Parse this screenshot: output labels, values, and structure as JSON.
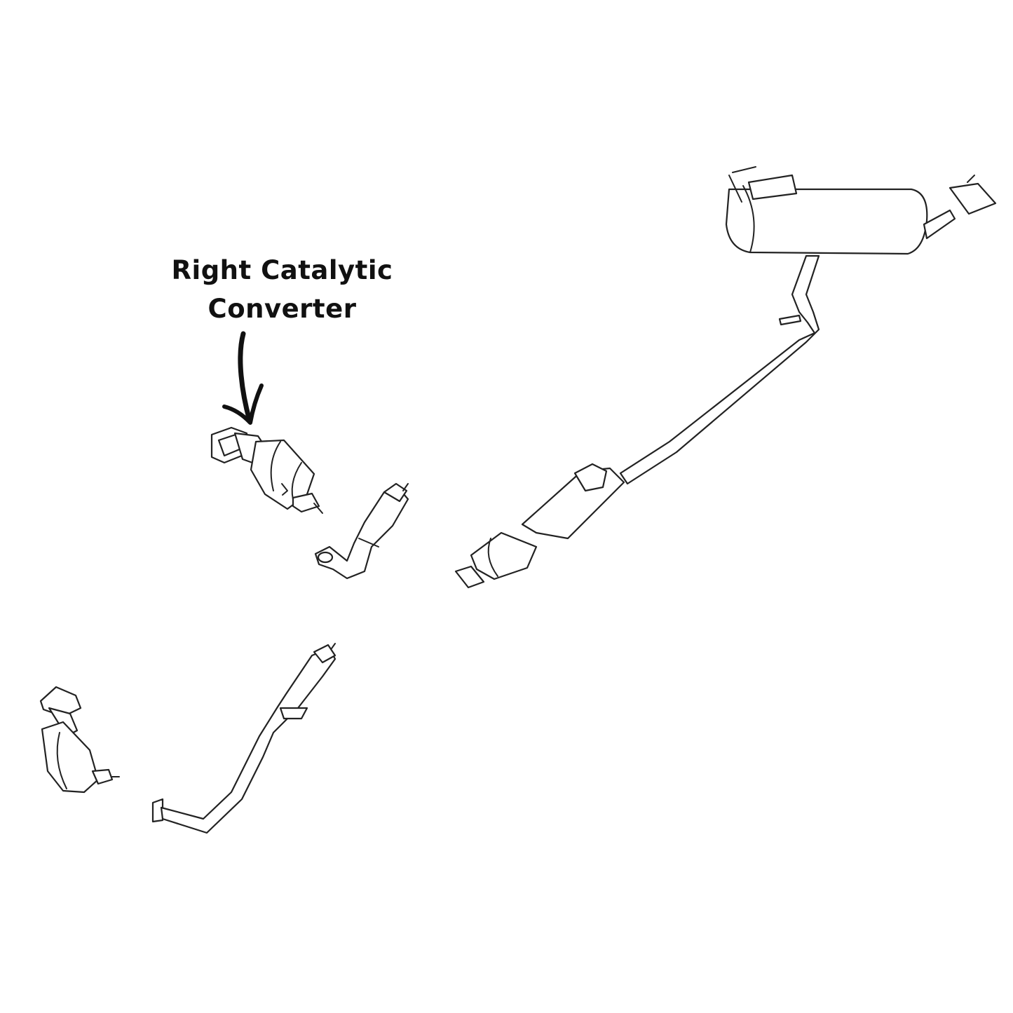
{
  "callout": {
    "line1": "Right Catalytic",
    "line2": "Converter",
    "target": "right catalytic converter"
  },
  "colors": {
    "ink": "#111111",
    "background": "#ffffff"
  }
}
